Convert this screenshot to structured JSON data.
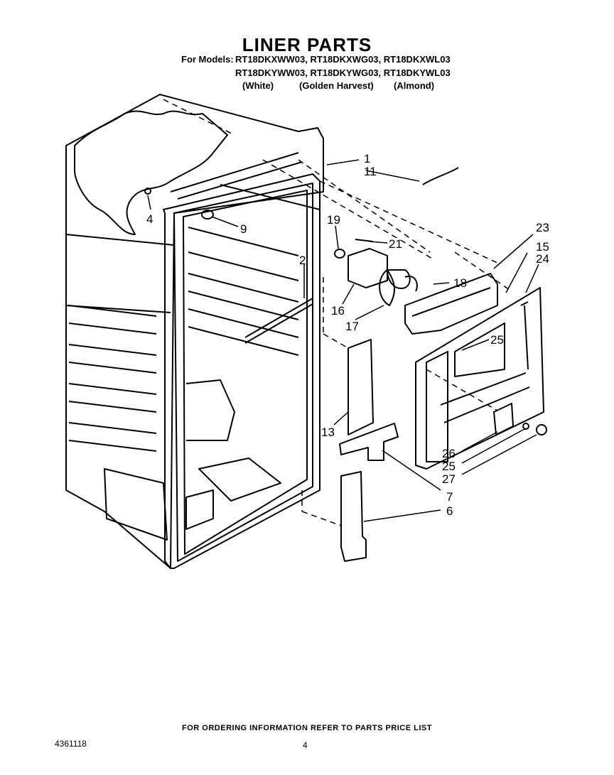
{
  "header": {
    "title": "LINER PARTS",
    "models_prefix": "For Models:",
    "models_row1": "RT18DKXWW03, RT18DKXWG03, RT18DKXWL03",
    "models_row2": "RT18DKYWW03, RT18DKYWG03, RT18DKYWL03",
    "color_white": "(White)",
    "color_golden": "(Golden Harvest)",
    "color_almond": "(Almond)"
  },
  "callouts": [
    "1",
    "11",
    "4",
    "9",
    "19",
    "21",
    "23",
    "15",
    "24",
    "2",
    "18",
    "16",
    "17",
    "25",
    "13",
    "26",
    "25",
    "27",
    "7",
    "6"
  ],
  "footer": {
    "ordering_note": "FOR ORDERING INFORMATION REFER TO PARTS PRICE LIST",
    "doc_number": "4361118",
    "page_number": "4"
  }
}
